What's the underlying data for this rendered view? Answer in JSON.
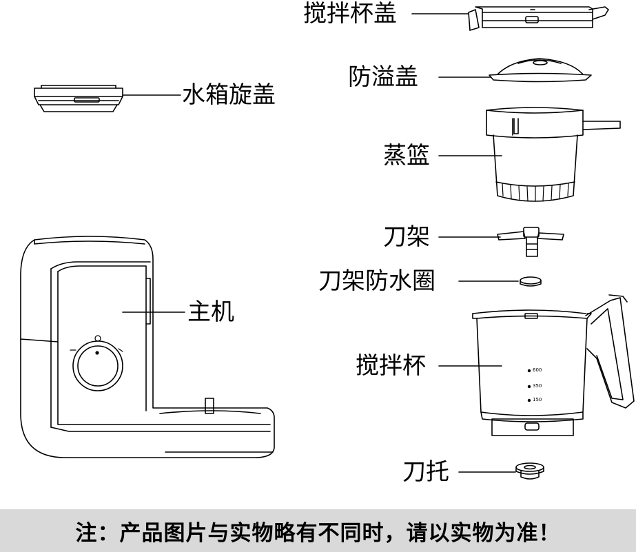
{
  "labels": {
    "blender_lid": "搅拌杯盖",
    "tank_cap": "水箱旋盖",
    "anti_overflow_lid": "防溢盖",
    "steam_basket": "蒸篮",
    "blade_holder": "刀架",
    "blade_seal_ring": "刀架防水圈",
    "main_unit": "主机",
    "blender_cup": "搅拌杯",
    "blade_base": "刀托"
  },
  "cup_scale": [
    "600",
    "350",
    "150"
  ],
  "footer_note": "注：产品图片与实物略有不同时，请以实物为准！",
  "colors": {
    "line": "#000000",
    "footer_bg": "#d9d9d9"
  }
}
